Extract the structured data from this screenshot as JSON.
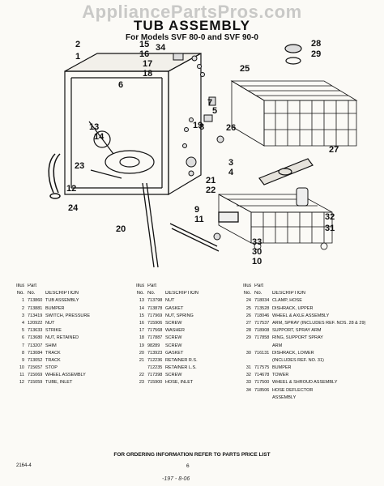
{
  "watermark": "AppliancePartsPros.com",
  "title": "TUB ASSEMBLY",
  "subtitle": "For Models SVF 80-0 and SVF 90-0",
  "callouts": [
    "1",
    "2",
    "3",
    "4",
    "5",
    "6",
    "7",
    "8",
    "9",
    "10",
    "11",
    "12",
    "13",
    "14",
    "15",
    "16",
    "17",
    "18",
    "19",
    "20",
    "21",
    "22",
    "23",
    "24",
    "25",
    "26",
    "27",
    "28",
    "29",
    "30",
    "31",
    "32",
    "33",
    "34"
  ],
  "table_headers": {
    "illus": "Illus.",
    "part": "Part",
    "no": "No.",
    "no2": "No.",
    "description": "DESCRIPTION"
  },
  "parts_col1": [
    {
      "no": "1",
      "part": "713860",
      "desc": "TUB ASSEMBLY"
    },
    {
      "no": "2",
      "part": "713881",
      "desc": "BUMPER"
    },
    {
      "no": "3",
      "part": "713419",
      "desc": "SWITCH, PRESSURE"
    },
    {
      "no": "4",
      "part": "120922",
      "desc": "NUT"
    },
    {
      "no": "5",
      "part": "713633",
      "desc": "STRIKE"
    },
    {
      "no": "6",
      "part": "713680",
      "desc": "NUT, RETAINED"
    },
    {
      "no": "7",
      "part": "713207",
      "desc": "SHIM"
    },
    {
      "no": "8",
      "part": "713084",
      "desc": "TRACK"
    },
    {
      "no": "9",
      "part": "713052",
      "desc": "TRACK"
    },
    {
      "no": "10",
      "part": "715657",
      "desc": "STOP"
    },
    {
      "no": "11",
      "part": "715069",
      "desc": "WHEEL ASSEMBLY"
    },
    {
      "no": "12",
      "part": "715059",
      "desc": "TUBE, INLET"
    }
  ],
  "parts_col2": [
    {
      "no": "13",
      "part": "713798",
      "desc": "NUT"
    },
    {
      "no": "14",
      "part": "713878",
      "desc": "GASKET"
    },
    {
      "no": "15",
      "part": "717969",
      "desc": "NUT, SPRING"
    },
    {
      "no": "16",
      "part": "715906",
      "desc": "SCREW"
    },
    {
      "no": "17",
      "part": "717568",
      "desc": "WASHER"
    },
    {
      "no": "18",
      "part": "717887",
      "desc": "SCREW"
    },
    {
      "no": "19",
      "part": "98289",
      "desc": "SCREW"
    },
    {
      "no": "20",
      "part": "713923",
      "desc": "GASKET"
    },
    {
      "no": "21",
      "part": "712236",
      "desc": "RETAINER R.S."
    },
    {
      "no": "",
      "part": "712235",
      "desc": "RETAINER L.S."
    },
    {
      "no": "22",
      "part": "717398",
      "desc": "SCREW"
    },
    {
      "no": "23",
      "part": "715900",
      "desc": "HOSE, INLET"
    }
  ],
  "parts_col3": [
    {
      "no": "24",
      "part": "718034",
      "desc": "CLAMP, HOSE"
    },
    {
      "no": "25",
      "part": "713528",
      "desc": "DISHRACK, UPPER"
    },
    {
      "no": "26",
      "part": "718046",
      "desc": "WHEEL & AXLE ASSEMBLY"
    },
    {
      "no": "27",
      "part": "717537",
      "desc": "ARM, SPRAY (INCLUDES REF. NOS. 28 & 29)"
    },
    {
      "no": "28",
      "part": "718908",
      "desc": "SUPPORT, SPRAY ARM"
    },
    {
      "no": "29",
      "part": "717858",
      "desc": "RING, SUPPORT SPRAY"
    },
    {
      "no": "",
      "part": "",
      "desc": "ARM"
    },
    {
      "no": "30",
      "part": "716131",
      "desc": "DISHRACK, LOWER"
    },
    {
      "no": "",
      "part": "",
      "desc": "(INCLUDES REF. NO. 31)"
    },
    {
      "no": "31",
      "part": "717575",
      "desc": "BUMPER"
    },
    {
      "no": "32",
      "part": "714678",
      "desc": "TOWER"
    },
    {
      "no": "33",
      "part": "717500",
      "desc": "WHEEL & SHROUD ASSEMBLY"
    },
    {
      "no": "34",
      "part": "718506",
      "desc": "HOSE DEFLECTOR"
    },
    {
      "no": "",
      "part": "",
      "desc": "ASSEMBLY"
    }
  ],
  "footer_note": "FOR ORDERING INFORMATION REFER TO PARTS PRICE LIST",
  "page_code": "2164-4",
  "page_number": "6",
  "hand_note": "-197 - 8-06"
}
